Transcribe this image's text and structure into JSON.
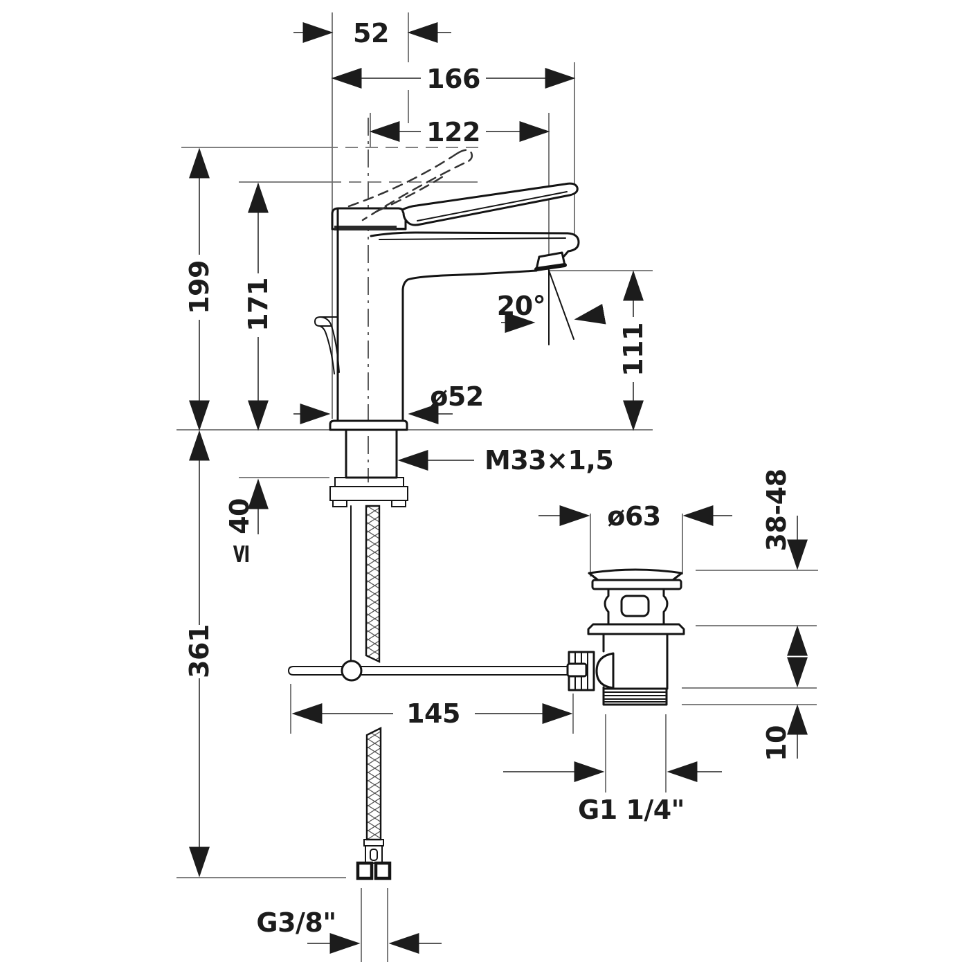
{
  "page": {
    "background": "#ffffff"
  },
  "drawing": {
    "type": "technical-dimension-diagram",
    "subject": "single-lever basin mixer faucet with pop-up waste drain",
    "colors": {
      "outline": "#141414",
      "dimension_lines": "#575757",
      "text": "#1c1c1c"
    },
    "labels": {
      "handle_width": "52",
      "spout_overall": "166",
      "spout_reach": "122",
      "height_max": "199",
      "height_body": "171",
      "spout_height": "111",
      "spray_angle": "20°",
      "base_diameter": "ø52",
      "body_thread": "M33×1,5",
      "deck_max": "≤ 40",
      "hose_drop": "361",
      "rod_length": "145",
      "waste_flange_diameter": "ø63",
      "waste_deck_range": "38-48",
      "waste_gap": "10",
      "waste_thread": "G1 1/4\"",
      "supply_thread": "G3/8\""
    }
  }
}
